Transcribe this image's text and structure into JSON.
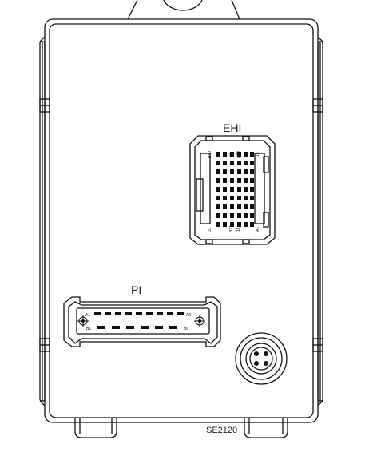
{
  "labels": {
    "ehi_title": "EHI",
    "pi_title": "PI",
    "drawing_code": "SE2120"
  },
  "ehi_pin_labels": {
    "b40": "B40",
    "p30": "30",
    "a30": "A30",
    "p15": "15",
    "p31": "31",
    "b21": "B21",
    "p11": "11",
    "a1": "A1"
  },
  "pi_pin_labels": {
    "a1": "A1",
    "a9": "A9",
    "b1": "B1",
    "b6": "B6"
  },
  "icons": [
    "round-connector-icon",
    "mounting-screw-icon"
  ]
}
